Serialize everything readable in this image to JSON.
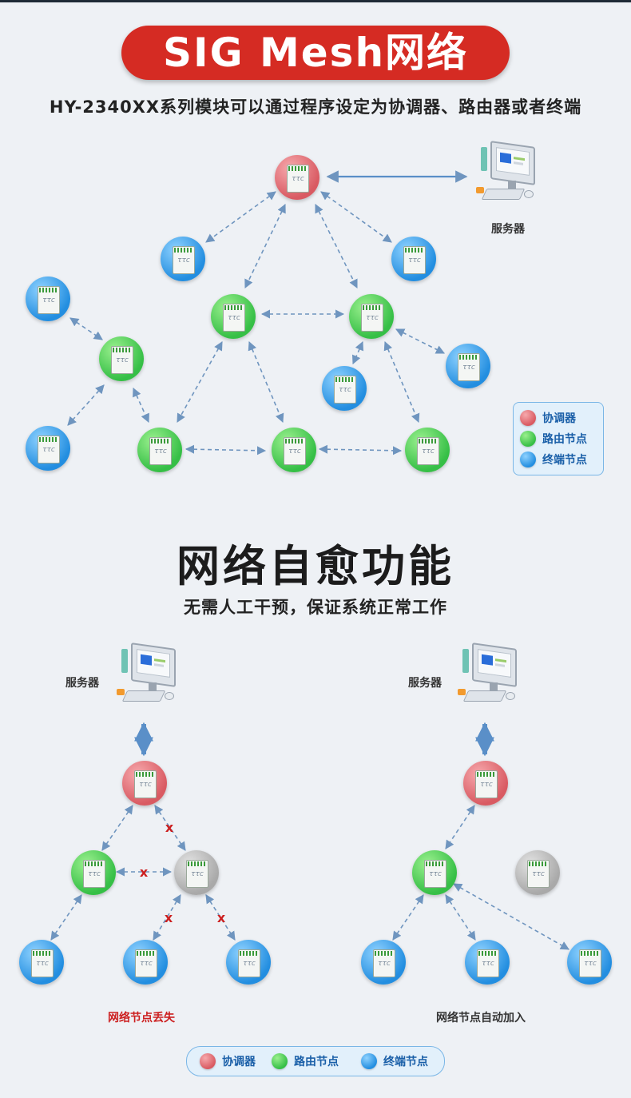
{
  "header": {
    "title": "SIG  Mesh网络",
    "subtitle": "HY-2340XX系列模块可以通过程序设定为协调器、路由器或者终端"
  },
  "section1": {
    "server_label": "服务器",
    "legend": [
      {
        "kind": "c",
        "label": "协调器"
      },
      {
        "kind": "r",
        "label": "路由节点"
      },
      {
        "kind": "e",
        "label": "终端节点"
      }
    ]
  },
  "section2": {
    "heading": "网络自愈功能",
    "subheading": "无需人工干预，保证系统正常工作",
    "left": {
      "server_label": "服务器",
      "caption": "网络节点丢失"
    },
    "right": {
      "server_label": "服务器",
      "caption": "网络节点自动加入"
    },
    "broken_mark": "x",
    "legend": [
      {
        "kind": "c",
        "label": "协调器"
      },
      {
        "kind": "r",
        "label": "路由节点"
      },
      {
        "kind": "e",
        "label": "终端节点"
      }
    ]
  },
  "colors": {
    "title_bg": "#d52b23",
    "coordinator": "#d95a62",
    "router": "#36bf46",
    "end_node": "#238ee0",
    "offline": "#a9a9a9",
    "link": "#6f95bf",
    "break_mark": "#cc1f1f"
  }
}
